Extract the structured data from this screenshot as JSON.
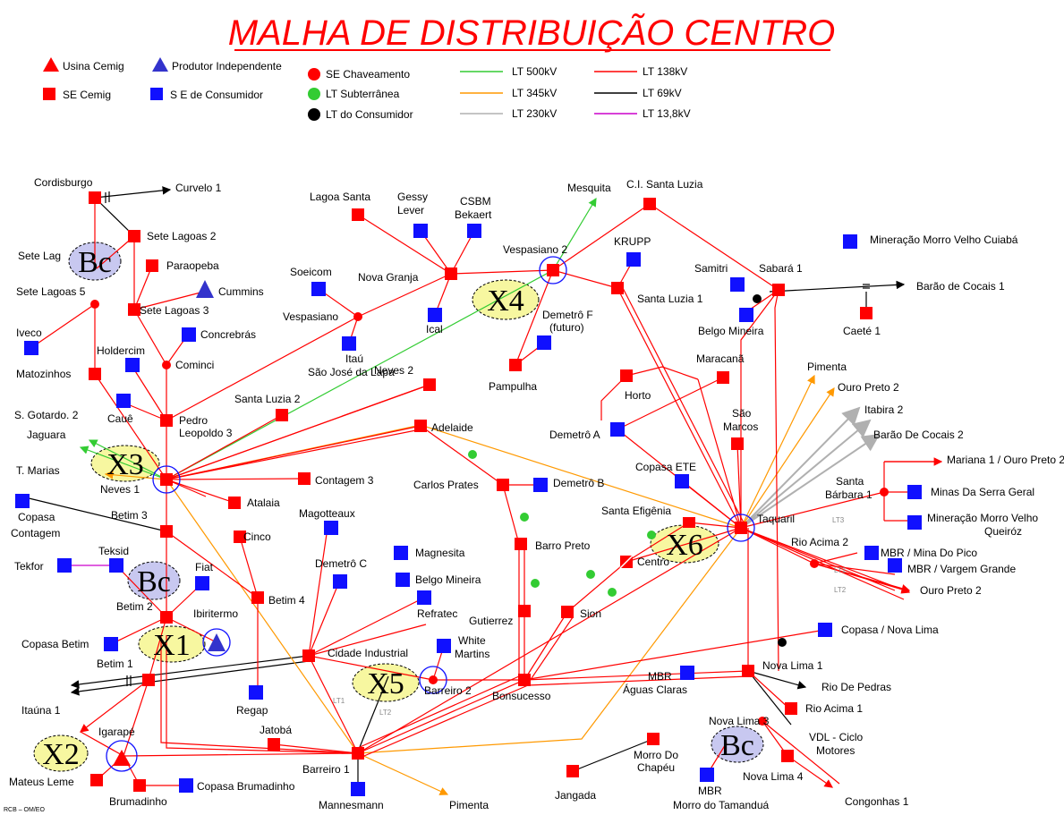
{
  "title": "MALHA DE DISTRIBUIÇÃO CENTRO",
  "footer": "RCB – OM/EO",
  "colors": {
    "red": "#ff0000",
    "blue": "#1010ff",
    "green": "#33cc33",
    "orange": "#ff9900",
    "gray": "#b0b0b0",
    "black": "#000000",
    "magenta": "#cc00cc",
    "zone_fill": "#f7f7a0",
    "bc_fill": "#c8c8f0"
  },
  "legend": {
    "usina": "Usina Cemig",
    "produtor": "Produtor Independente",
    "se_cemig": "SE Cemig",
    "se_consumidor": "S E de Consumidor",
    "se_chaveamento": "SE Chaveamento",
    "lt_subterranea": "LT Subterrânea",
    "lt_consumidor": "LT do Consumidor",
    "lt500": "LT 500kV",
    "lt345": "LT 345kV",
    "lt230": "LT 230kV",
    "lt138": "LT 138kV",
    "lt69": "LT 69kV",
    "lt138b": "LT 13,8kV"
  },
  "zones": {
    "x1": "X1",
    "x2": "X2",
    "x3": "X3",
    "x4": "X4",
    "x5": "X5",
    "x6": "X6",
    "bc1": "Bc",
    "bc2": "Bc",
    "bc3": "Bc"
  },
  "line_tags": {
    "lt1a": "LT1",
    "lt2a": "LT2",
    "lt3": "LT3",
    "lt1b": "LT1",
    "lt2b": "LT2"
  },
  "labels": {
    "cordisburgo": "Cordisburgo",
    "curvelo1": "Curvelo 1",
    "sete_lagoas2": "Sete Lagoas 2",
    "sete_lag": "Sete Lag",
    "paraopeba": "Paraopeba",
    "sete_lagoas5": "Sete Lagoas 5",
    "cummins": "Cummins",
    "sete_lagoas3": "Sete Lagoas 3",
    "iveco": "Iveco",
    "concrebras": "Concrebrás",
    "holdercim": "Holdercim",
    "matozinhos": "Matozinhos",
    "cominci": "Cominci",
    "caue": "Cauê",
    "pedro_leopoldo": "Pedro",
    "pedro_leopoldo2": "Leopoldo 3",
    "s_gotardo2": "S. Gotardo. 2",
    "jaguara": "Jaguara",
    "t_marias": "T. Marias",
    "neves1": "Neves 1",
    "copasa_contagem": "Copasa",
    "copasa_contagem2": "Contagem",
    "betim3": "Betim 3",
    "teksid": "Teksid",
    "tekfor": "Tekfor",
    "fiat": "Fiat",
    "betim2": "Betim 2",
    "ibiritermo": "Ibiritermo",
    "copasa_betim": "Copasa Betim",
    "betim1": "Betim 1",
    "itauna1": "Itaúna 1",
    "igarape": "Igarapé",
    "mateus_leme": "Mateus Leme",
    "brumadinho": "Brumadinho",
    "copasa_brumadinho": "Copasa Brumadinho",
    "lagoa_santa": "Lagoa Santa",
    "gessy_lever": "Gessy",
    "gessy_lever2": "Lever",
    "csbm_bekaert": "CSBM",
    "csbm_bekaert2": "Bekaert",
    "mesquita": "Mesquita",
    "ci_santa_luzia": "C.I. Santa Luzia",
    "vespasiano2": "Vespasiano 2",
    "krupp": "KRUPP",
    "mineracao_mv_cuiaba": "Mineração Morro Velho Cuiabá",
    "soeicom": "Soeicom",
    "nova_granja": "Nova Granja",
    "samitri": "Samitri",
    "sabara1": "Sabará 1",
    "barao_cocais1": "Barão de Cocais 1",
    "vespasiano": "Vespasiano",
    "ical": "Ical",
    "santa_luzia1": "Santa Luzia 1",
    "belgo_mineira1": "Belgo Mineira",
    "caete1": "Caeté 1",
    "itau_sjl": "Itaú",
    "itau_sjl2": "São José da Lapa",
    "demetro_f": "Demetrô F",
    "demetro_f2": "(futuro)",
    "neves2": "Neves 2",
    "pampulha": "Pampulha",
    "horto": "Horto",
    "maracana": "Maracanã",
    "pimenta1": "Pimenta",
    "ouro_preto2a": "Ouro Preto 2",
    "itabira2": "Itabira 2",
    "barao_cocais2": "Barão De Cocais 2",
    "santa_luzia2": "Santa Luzia 2",
    "adelaide": "Adelaide",
    "demetro_a": "Demetrô A",
    "sao_marcos": "São",
    "sao_marcos2": "Marcos",
    "carlos_prates": "Carlos Prates",
    "demetro_b": "Demetrô B",
    "copasa_ete": "Copasa ETE",
    "contagem3": "Contagem 3",
    "santa_barbara1": "Santa",
    "santa_barbara1b": "Bárbara 1",
    "mariana": "Mariana 1 / Ouro Preto 2",
    "minas_serra_geral": "Minas Da Serra Geral",
    "atalaia": "Atalaia",
    "magotteaux": "Magotteaux",
    "santa_efigenia": "Santa Efigênia",
    "taquaril": "Taquaril",
    "mmv_queiroz": "Mineração Morro Velho",
    "mmv_queiroz2": "Queiróz",
    "cinco": "Cinco",
    "barro_preto": "Barro Preto",
    "rio_acima2": "Rio Acima 2",
    "mbr_mina_pico": "MBR / Mina Do Pico",
    "magnesita": "Magnesita",
    "demetro_c": "Demetrô C",
    "belgo_mineira2": "Belgo Mineira",
    "centro": "Centro",
    "mbr_vargem": "MBR / Vargem Grande",
    "refratec": "Refratec",
    "gutierrez": "Gutierrez",
    "ouro_preto2b": "Ouro Preto 2",
    "betim4": "Betim 4",
    "sion": "Sion",
    "white_martins": "White",
    "white_martins2": "Martins",
    "copasa_nova_lima": "Copasa / Nova Lima",
    "cidade_industrial": "Cidade Industrial",
    "mbr_aguas_claras": "MBR",
    "mbr_aguas_claras2": "Águas Claras",
    "nova_lima1": "Nova Lima 1",
    "regap": "Regap",
    "barreiro2": "Barreiro 2",
    "bonsucesso": "Bonsucesso",
    "rio_de_pedras": "Rio De Pedras",
    "rio_acima1": "Rio Acima 1",
    "jatoba": "Jatobá",
    "nova_lima3": "Nova Lima 3",
    "vdl": "VDL - Ciclo",
    "vdl2": "Motores",
    "barreiro1": "Barreiro 1",
    "morro_chapeu": "Morro Do",
    "morro_chapeu2": "Chapéu",
    "nova_lima4": "Nova Lima 4",
    "jangada": "Jangada",
    "mannesmann": "Mannesmann",
    "pimenta2": "Pimenta",
    "mbr_tamandua": "MBR",
    "mbr_tamandua2": "Morro do Tamanduá",
    "congonhas1": "Congonhas 1"
  }
}
